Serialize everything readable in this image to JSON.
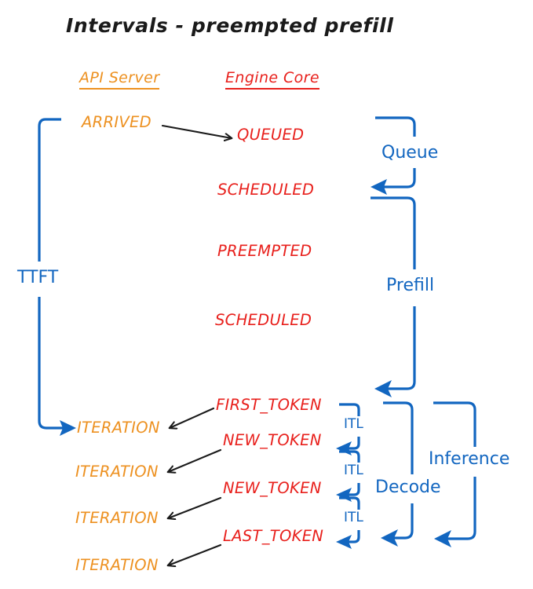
{
  "diagram": {
    "title": "Intervals - preempted prefill",
    "colors": {
      "api_server": "#ED9121",
      "engine_core": "#E8201C",
      "annotation_blue": "#1266C0",
      "arrow_black": "#1a1a1a",
      "background": "#ffffff"
    },
    "columns": [
      {
        "label": "API Server",
        "color": "#ED9121"
      },
      {
        "label": "Engine Core",
        "color": "#E8201C"
      }
    ],
    "api_server_events": [
      {
        "label": "ARRIVED"
      },
      {
        "label": "ITERATION"
      },
      {
        "label": "ITERATION"
      },
      {
        "label": "ITERATION"
      },
      {
        "label": "ITERATION"
      }
    ],
    "engine_core_events": [
      {
        "label": "QUEUED"
      },
      {
        "label": "SCHEDULED"
      },
      {
        "label": "PREEMPTED"
      },
      {
        "label": "SCHEDULED"
      },
      {
        "label": "FIRST_TOKEN"
      },
      {
        "label": "NEW_TOKEN"
      },
      {
        "label": "NEW_TOKEN"
      },
      {
        "label": "LAST_TOKEN"
      }
    ],
    "intervals": [
      {
        "label": "TTFT"
      },
      {
        "label": "Queue"
      },
      {
        "label": "Prefill"
      },
      {
        "label": "ITL"
      },
      {
        "label": "ITL"
      },
      {
        "label": "ITL"
      },
      {
        "label": "Decode"
      },
      {
        "label": "Inference"
      }
    ]
  }
}
